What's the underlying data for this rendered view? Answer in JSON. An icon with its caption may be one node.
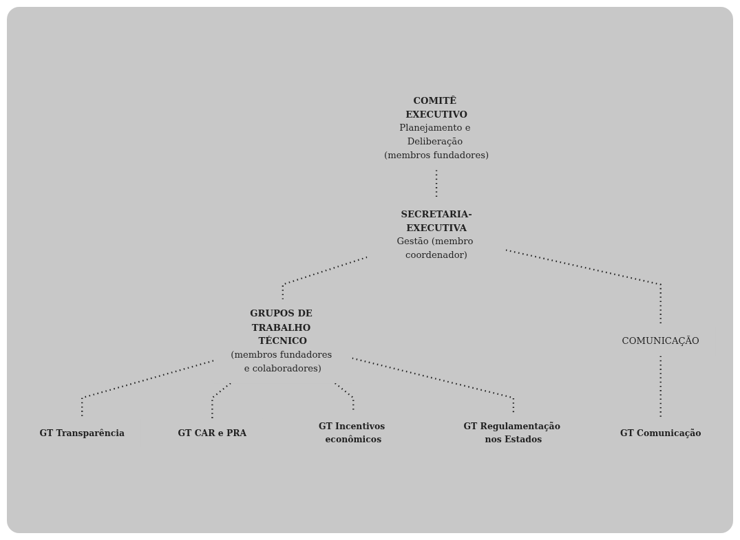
{
  "diagram": {
    "nodes": [
      {
        "text": [
          "COMITÊ EXECUTIVO",
          "Planejamento e Deliberação (membros fundadores)"
        ]
      },
      {
        "text": [
          "SECRETARIA-EXECUTIVA",
          "Gestão (membro coordenador)"
        ]
      },
      {
        "text": [
          "GRUPOS DE TRABALHO TÉCNICO",
          "(membros fundadores e colaboradores)"
        ]
      },
      {
        "text": [
          "COMUNICAÇÃO"
        ]
      },
      {
        "text": [
          "GT Transparência"
        ]
      },
      {
        "text": [
          "GT CAR e PRA"
        ]
      },
      {
        "text": [
          "GT Incentivos econômicos"
        ]
      },
      {
        "text": [
          "GT Regulamentação nos Estados"
        ]
      },
      {
        "text": [
          "GT Comunicação"
        ]
      }
    ],
    "edges": [
      {
        "from": 0,
        "to": 1,
        "arrow": "none",
        "style": "dashed"
      },
      {
        "from": 1,
        "to": 2,
        "arrow": "none",
        "style": "dashed"
      },
      {
        "from": 1,
        "to": 3,
        "arrow": "none",
        "style": "dashed"
      },
      {
        "from": 2,
        "to": 4,
        "arrow": "none",
        "style": "dashed"
      },
      {
        "from": 2,
        "to": 5,
        "arrow": "none",
        "style": "dashed"
      },
      {
        "from": 2,
        "to": 6,
        "arrow": "none",
        "style": "dashed"
      },
      {
        "from": 2,
        "to": 7,
        "arrow": "none",
        "style": "dashed"
      },
      {
        "from": 3,
        "to": 8,
        "arrow": "none",
        "style": "dashed"
      }
    ]
  }
}
